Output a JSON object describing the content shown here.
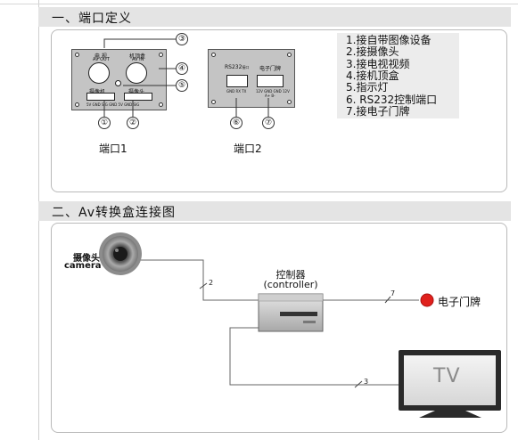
{
  "section1": {
    "title": "一、端口定义"
  },
  "port1_plate": {
    "jack_left_label": "电 视",
    "jack_left_sublabel": "AV OUT",
    "jack_right_label": "机顶盒",
    "jack_right_sublabel": "AV IN",
    "port_left_label": "摄像机",
    "port_right_label": "摄像头",
    "bottom_strip_label": "5V GND SIG  GND 5V GND SIG"
  },
  "port2_plate": {
    "rs232_label": "RS232",
    "rs232_sub": "接口",
    "doorplate_label": "电子门牌",
    "rs232_pins": "GND RX  TX",
    "doorplate_pins": "12V GND GND 12V",
    "doorplate_pins2": "A+  B-"
  },
  "callouts": [
    "①",
    "②",
    "③",
    "④",
    "⑤",
    "⑥",
    "⑦"
  ],
  "captions": {
    "port1": "端口1",
    "port2": "端口2"
  },
  "legend": [
    "1.接自带图像设备",
    "2.接摄像头",
    "3.接电视视频",
    "4.接机顶盒",
    "5.指示灯",
    "6. RS232控制端口",
    "7.接电子门牌"
  ],
  "section2": {
    "title": "二、Av转换盒连接图"
  },
  "diagram": {
    "camera_label_cn": "摄像头",
    "camera_label_en": "camera",
    "controller_label_cn": "控制器",
    "controller_label_en": "(controller)",
    "wire_camera": "2",
    "wire_doorplate": "7",
    "wire_tv": "3",
    "doorplate_label": "电子门牌",
    "tv_label": "TV",
    "doorplate_color": "#e0201c"
  }
}
